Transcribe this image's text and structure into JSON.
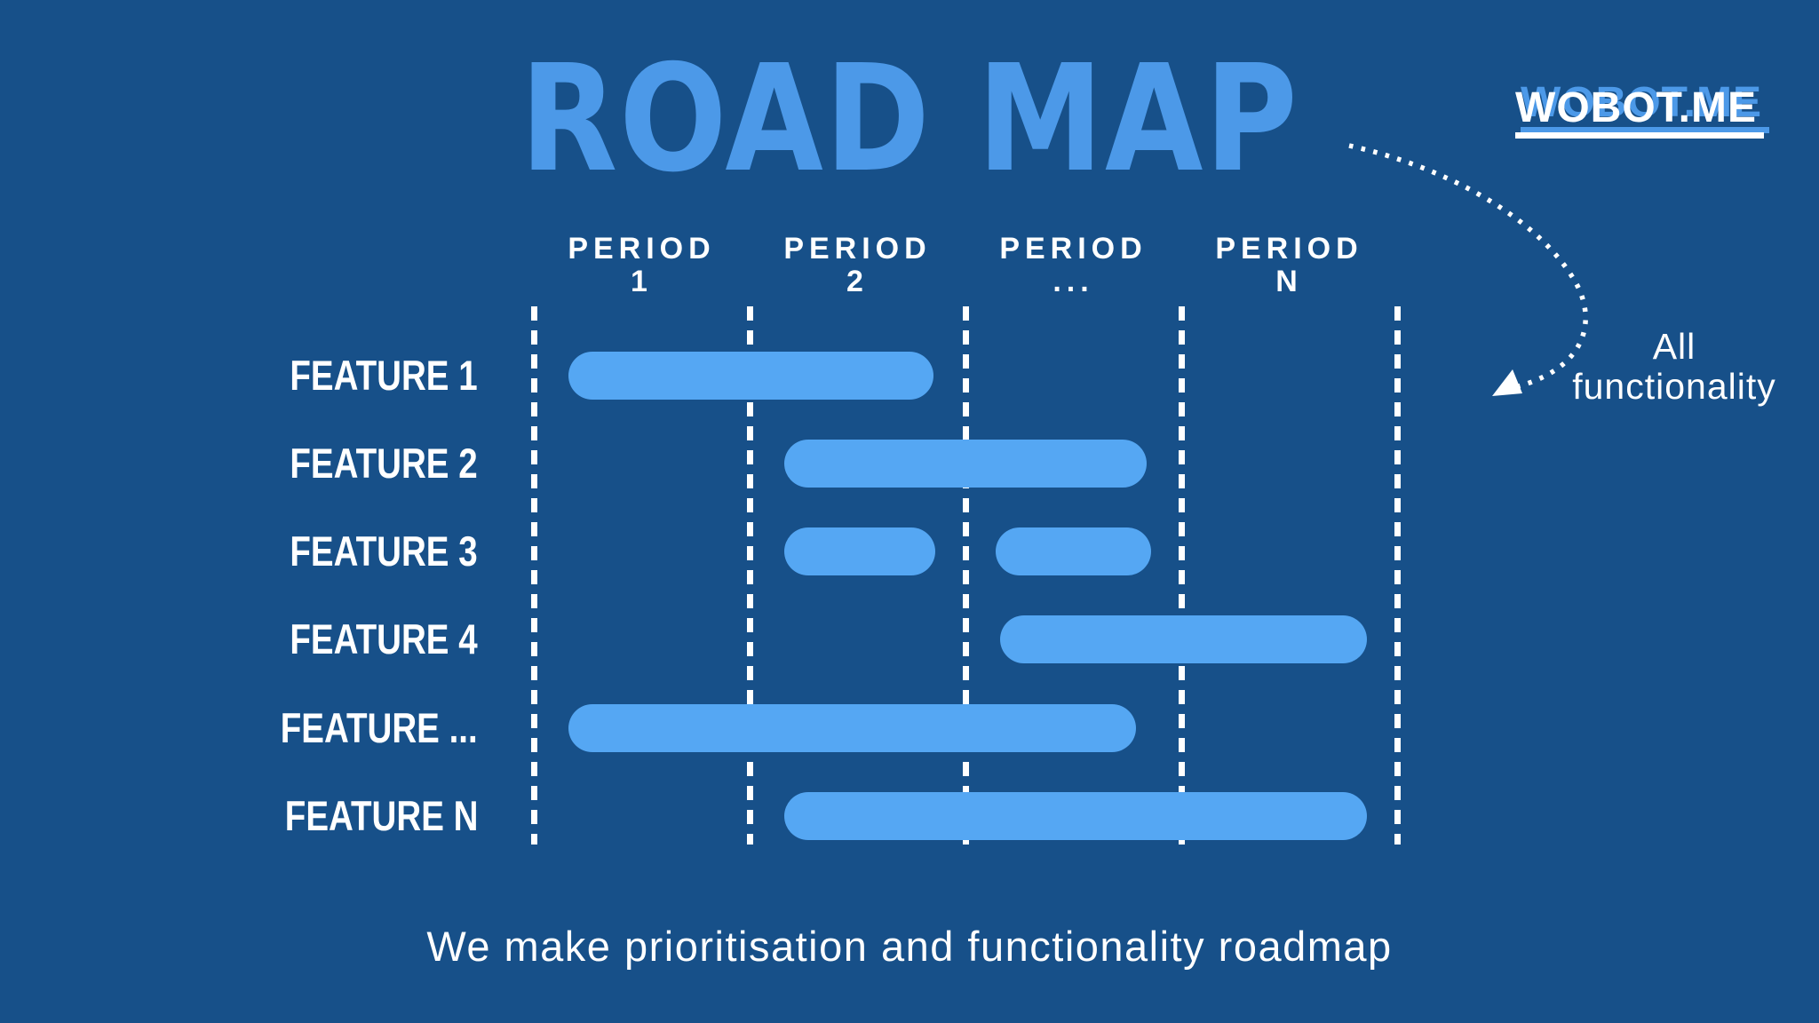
{
  "colors": {
    "background": "#175089",
    "bar": "#55A7F3",
    "accent": "#4C99E8",
    "text": "#FFFFFF"
  },
  "title": "ROAD MAP",
  "logo": {
    "text": "WOBOT.ME"
  },
  "annotation": {
    "line1": "All",
    "line2": "functionality"
  },
  "tagline": "We make prioritisation and functionality roadmap",
  "chart_data": {
    "type": "gantt",
    "title": "ROAD MAP",
    "columns": [
      {
        "label": "PERIOD",
        "sub": "1"
      },
      {
        "label": "PERIOD",
        "sub": "2"
      },
      {
        "label": "PERIOD",
        "sub": "..."
      },
      {
        "label": "PERIOD",
        "sub": "N"
      }
    ],
    "rows": [
      {
        "label": "FEATURE 1",
        "bars": [
          [
            0.16,
            1.85
          ]
        ]
      },
      {
        "label": "FEATURE 2",
        "bars": [
          [
            1.16,
            2.84
          ]
        ]
      },
      {
        "label": "FEATURE 3",
        "bars": [
          [
            1.16,
            1.86
          ],
          [
            2.14,
            2.86
          ]
        ]
      },
      {
        "label": "FEATURE 4",
        "bars": [
          [
            2.16,
            3.86
          ]
        ]
      },
      {
        "label": "FEATURE ...",
        "bars": [
          [
            0.16,
            2.79
          ]
        ]
      },
      {
        "label": "FEATURE N",
        "bars": [
          [
            1.16,
            3.86
          ]
        ]
      }
    ],
    "units": "periods",
    "x_axis": {
      "gridlines_at_periods": [
        0,
        1,
        2,
        3,
        4
      ],
      "gridline_style": "dashed-vertical-white"
    },
    "legend": "none",
    "bar_style": "rounded-pill"
  }
}
